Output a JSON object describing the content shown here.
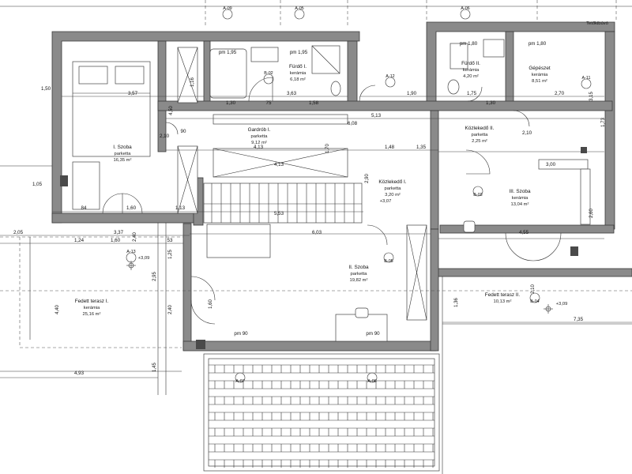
{
  "rooms": [
    {
      "name": "I. Szoba",
      "floor": "parketta",
      "area": "16,35 m²"
    },
    {
      "name": "Fürdő I.",
      "floor": "kerámia",
      "area": "6,18 m²"
    },
    {
      "name": "Fürdő II.",
      "floor": "kerámia",
      "area": "4,20 m²"
    },
    {
      "name": "Gépészet",
      "floor": "kerámia",
      "area": "8,51 m²"
    },
    {
      "name": "Gardrób I.",
      "floor": "parketta",
      "area": "9,12 m²"
    },
    {
      "name": "Közlekedő II.",
      "floor": "parketta",
      "area": "2,25 m²"
    },
    {
      "name": "Közlekedő I.",
      "floor": "parketta",
      "area": "3,20 m²"
    },
    {
      "name": "III. Szoba",
      "floor": "kerámia",
      "area": "13,04 m²"
    },
    {
      "name": "II. Szoba",
      "floor": "parketta",
      "area": "19,82 m²"
    },
    {
      "name": "Fedett terasz I.",
      "floor": "kerámia",
      "area": "25,16 m²"
    },
    {
      "name": "Fedett terasz II.",
      "floor": "",
      "area": "10,13 m²"
    }
  ],
  "levels": {
    "stair": "+3,07",
    "terrace1": "+3,09",
    "terrace2": "+3,09"
  },
  "corner_label": "Tetőkibúvó",
  "parapet": {
    "pm195_a": "pm 1,95",
    "pm195_b": "pm 1,95",
    "pm180_a": "pm 1,80",
    "pm180_b": "pm 1,80",
    "pm90_a": "pm 90",
    "pm90_b": "pm 90"
  },
  "dims": {
    "d357": "3,57",
    "d363": "3,63",
    "d158": "1,58",
    "d130a": "1,30",
    "d190": "1,90",
    "d175": "1,75",
    "d270": "2,70",
    "d130b": "1,30",
    "d513": "5,13",
    "d608": "6,08",
    "d413a": "4,13",
    "d413b": "4,13",
    "d553": "5,53",
    "d603": "6,03",
    "d148": "1,48",
    "d135": "1,35",
    "d300": "3,00",
    "d455": "4,55",
    "d337": "3,37",
    "d124": "1,24",
    "d160a": "1,60",
    "d160b": "1,60",
    "d105": "1,05",
    "d205": "2,05",
    "d493": "4,93",
    "d735": "7,35",
    "d210a": "2,10",
    "d210b": "2,10",
    "d150": "1,50",
    "d84": "84",
    "d113": "1,13",
    "d90": "90",
    "d53": "53",
    "d75": "75"
  },
  "vdims": {
    "v450": "4,50",
    "v440": "4,40",
    "v295": "2,95",
    "v125": "1,25",
    "v240a": "2,40",
    "v240b": "2,40",
    "v160": "1,60",
    "v170": "1,70",
    "v290": "2,90",
    "v315": "3,15",
    "v173": "1,73",
    "v260": "2,60",
    "v116": "1,16",
    "v145": "1,45",
    "v136": "1,36",
    "v210": "2,10"
  },
  "tags": {
    "a09": "A-09",
    "a05": "A-05",
    "a06": "A-06",
    "a12": "A-12",
    "a13": "A-13",
    "a07": "A-07",
    "a06b": "A-06",
    "a11": "A-11",
    "b02": "B-02",
    "b03": "B-03",
    "b04": "B-04",
    "b05": "B-05"
  }
}
